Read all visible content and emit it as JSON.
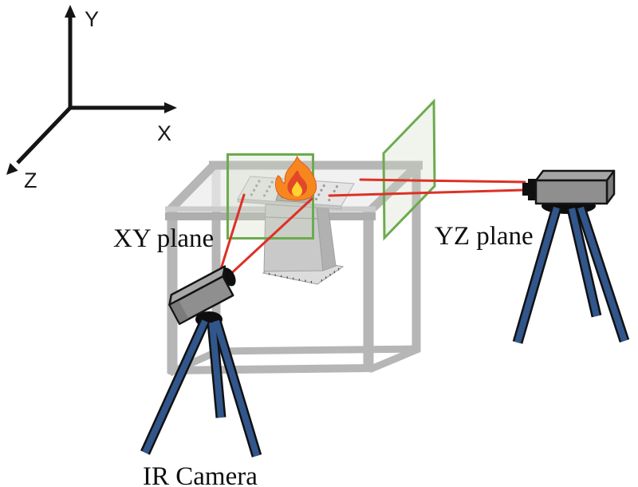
{
  "labels": {
    "axes": {
      "x": "X",
      "y": "Y",
      "z": "Z"
    },
    "xy_plane": "XY plane",
    "yz_plane": "YZ plane",
    "ir_camera": "IR Camera"
  },
  "colors": {
    "axis_black": "#151515",
    "laser_red": "#dd3126",
    "plane_green": "#6cab4e",
    "plane_fill": "rgba(205,219,192,0.30)",
    "tripod_blue": "#31568c",
    "frame_gray": "#b6b6b6",
    "camera_gray": "#8f8f8f",
    "flame_orange": "#f6871f",
    "flame_red": "#e3472a",
    "flame_yellow": "#ffd42e"
  }
}
